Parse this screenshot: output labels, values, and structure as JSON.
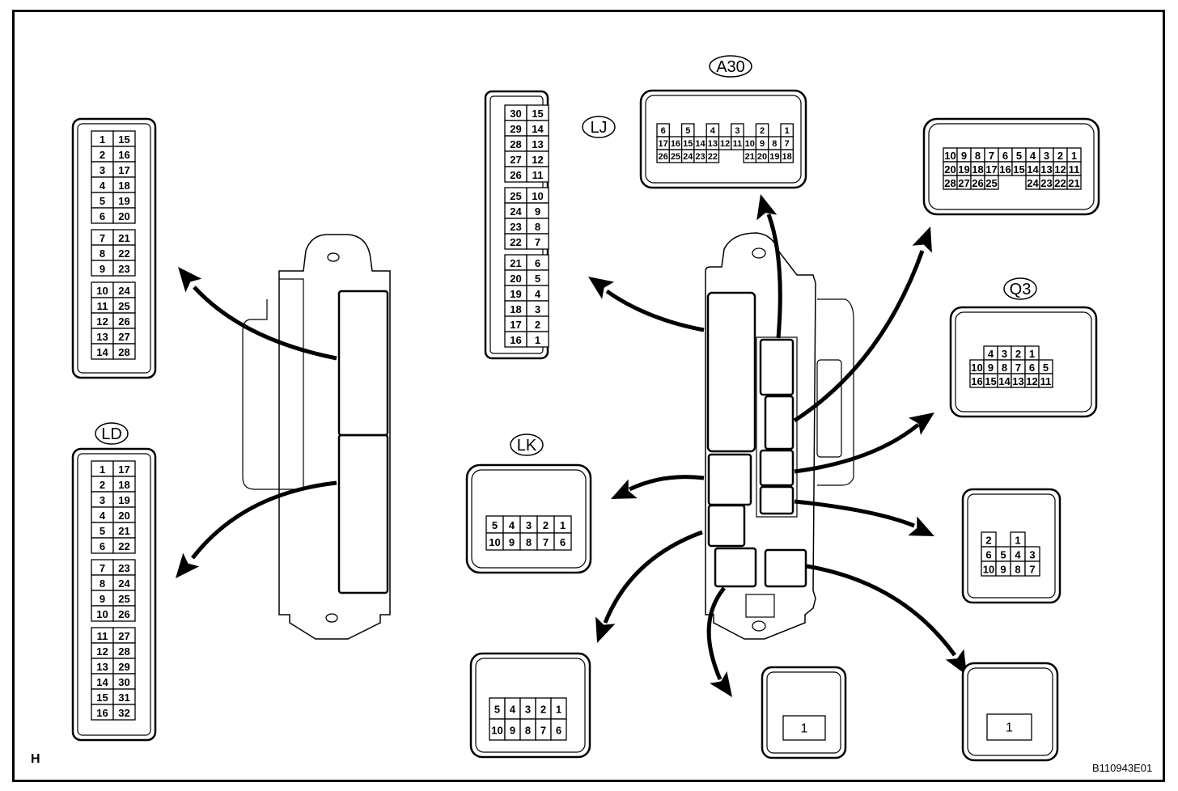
{
  "figure": {
    "corner_label": "H",
    "figure_code": "B110943E01"
  },
  "ecus": [
    {
      "id": "ecu-left",
      "description": "ECU with two connector ports"
    },
    {
      "id": "ecu-right",
      "description": "Junction block with multiple connector ports"
    }
  ],
  "connectors": [
    {
      "id": "unlabeled-28",
      "label": "",
      "rows": [
        [
          "1",
          "15"
        ],
        [
          "2",
          "16"
        ],
        [
          "3",
          "17"
        ],
        [
          "4",
          "18"
        ],
        [
          "5",
          "19"
        ],
        [
          "6",
          "20"
        ],
        [
          "7",
          "21"
        ],
        [
          "8",
          "22"
        ],
        [
          "9",
          "23"
        ],
        [
          "10",
          "24"
        ],
        [
          "11",
          "25"
        ],
        [
          "12",
          "26"
        ],
        [
          "13",
          "27"
        ],
        [
          "14",
          "28"
        ]
      ]
    },
    {
      "id": "LD",
      "label": "LD",
      "rows": [
        [
          "1",
          "17"
        ],
        [
          "2",
          "18"
        ],
        [
          "3",
          "19"
        ],
        [
          "4",
          "20"
        ],
        [
          "5",
          "21"
        ],
        [
          "6",
          "22"
        ],
        [
          "7",
          "23"
        ],
        [
          "8",
          "24"
        ],
        [
          "9",
          "25"
        ],
        [
          "10",
          "26"
        ],
        [
          "11",
          "27"
        ],
        [
          "12",
          "28"
        ],
        [
          "13",
          "29"
        ],
        [
          "14",
          "30"
        ],
        [
          "15",
          "31"
        ],
        [
          "16",
          "32"
        ]
      ]
    },
    {
      "id": "LJ",
      "label": "LJ",
      "rows": [
        [
          "30",
          "15"
        ],
        [
          "29",
          "14"
        ],
        [
          "28",
          "13"
        ],
        [
          "27",
          "12"
        ],
        [
          "26",
          "11"
        ],
        [
          "25",
          "10"
        ],
        [
          "24",
          "9"
        ],
        [
          "23",
          "8"
        ],
        [
          "22",
          "7"
        ],
        [
          "21",
          "6"
        ],
        [
          "20",
          "5"
        ],
        [
          "19",
          "4"
        ],
        [
          "18",
          "3"
        ],
        [
          "17",
          "2"
        ],
        [
          "16",
          "1"
        ]
      ]
    },
    {
      "id": "A30",
      "label": "A30",
      "rows": [
        [
          "6",
          "",
          "5",
          "",
          "4",
          "",
          "3",
          "",
          "2",
          "",
          "1"
        ],
        [
          "17",
          "16",
          "15",
          "14",
          "13",
          "12",
          "11",
          "10",
          "9",
          "8",
          "7"
        ],
        [
          "26",
          "25",
          "24",
          "23",
          "22",
          "",
          "",
          "21",
          "20",
          "19",
          "18"
        ]
      ]
    },
    {
      "id": "unlabeled-28b",
      "label": "",
      "rows": [
        [
          "10",
          "9",
          "8",
          "7",
          "6",
          "5",
          "4",
          "3",
          "2",
          "1"
        ],
        [
          "20",
          "19",
          "18",
          "17",
          "16",
          "15",
          "14",
          "13",
          "12",
          "11"
        ],
        [
          "28",
          "27",
          "26",
          "25",
          "",
          "",
          "24",
          "23",
          "22",
          "21"
        ]
      ]
    },
    {
      "id": "Q3",
      "label": "Q3",
      "rows": [
        [
          "",
          "4",
          "3",
          "2",
          "1",
          ""
        ],
        [
          "10",
          "9",
          "8",
          "7",
          "6",
          "5"
        ],
        [
          "16",
          "15",
          "14",
          "13",
          "12",
          "11"
        ]
      ]
    },
    {
      "id": "LK",
      "label": "LK",
      "rows": [
        [
          "5",
          "4",
          "3",
          "2",
          "1"
        ],
        [
          "10",
          "9",
          "8",
          "7",
          "6"
        ]
      ]
    },
    {
      "id": "unlabeled-10",
      "label": "",
      "rows": [
        [
          "2",
          "",
          "1",
          ""
        ],
        [
          "6",
          "5",
          "4",
          "3"
        ],
        [
          "10",
          "9",
          "8",
          "7"
        ]
      ]
    },
    {
      "id": "unlabeled-10b",
      "label": "",
      "rows": [
        [
          "5",
          "4",
          "3",
          "2",
          "1"
        ],
        [
          "10",
          "9",
          "8",
          "7",
          "6"
        ]
      ]
    },
    {
      "id": "unlabeled-1a",
      "label": "",
      "rows": [
        [
          "1"
        ]
      ]
    },
    {
      "id": "unlabeled-1b",
      "label": "",
      "rows": [
        [
          "1"
        ]
      ]
    }
  ]
}
